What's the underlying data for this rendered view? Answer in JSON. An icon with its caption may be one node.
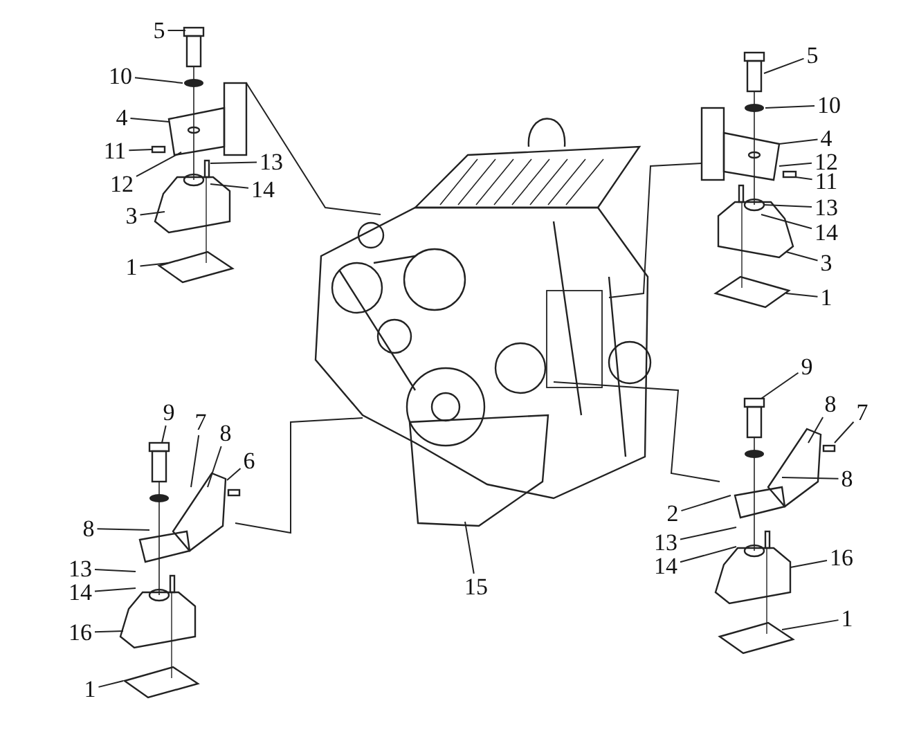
{
  "diagram": {
    "nodes": [
      {
        "text": [
          "5"
        ]
      },
      {
        "text": [
          "10"
        ]
      },
      {
        "text": [
          "4"
        ]
      },
      {
        "text": [
          "11"
        ]
      },
      {
        "text": [
          "12"
        ]
      },
      {
        "text": [
          "13"
        ]
      },
      {
        "text": [
          "14"
        ]
      },
      {
        "text": [
          "3"
        ]
      },
      {
        "text": [
          "1"
        ]
      },
      {
        "text": [
          "5"
        ]
      },
      {
        "text": [
          "10"
        ]
      },
      {
        "text": [
          "4"
        ]
      },
      {
        "text": [
          "12"
        ]
      },
      {
        "text": [
          "11"
        ]
      },
      {
        "text": [
          "13"
        ]
      },
      {
        "text": [
          "14"
        ]
      },
      {
        "text": [
          "3"
        ]
      },
      {
        "text": [
          "1"
        ]
      },
      {
        "text": [
          "9"
        ]
      },
      {
        "text": [
          "7"
        ]
      },
      {
        "text": [
          "8"
        ]
      },
      {
        "text": [
          "6"
        ]
      },
      {
        "text": [
          "8"
        ]
      },
      {
        "text": [
          "13"
        ]
      },
      {
        "text": [
          "14"
        ]
      },
      {
        "text": [
          "16"
        ]
      },
      {
        "text": [
          "1"
        ]
      },
      {
        "text": [
          "9"
        ]
      },
      {
        "text": [
          "8"
        ]
      },
      {
        "text": [
          "7"
        ]
      },
      {
        "text": [
          "8"
        ]
      },
      {
        "text": [
          "2"
        ]
      },
      {
        "text": [
          "13"
        ]
      },
      {
        "text": [
          "14"
        ]
      },
      {
        "text": [
          "16"
        ]
      },
      {
        "text": [
          "1"
        ]
      },
      {
        "text": [
          "15"
        ]
      },
      {
        "text": [],
        "shape": "picture"
      },
      {
        "text": [],
        "shape": "picture"
      },
      {
        "text": [],
        "shape": "picture"
      },
      {
        "text": [],
        "shape": "picture"
      },
      {
        "text": [],
        "shape": "picture"
      }
    ],
    "edges": [
      {
        "from": 0,
        "to": 38,
        "arrow": "none"
      },
      {
        "from": 1,
        "to": 38,
        "arrow": "none"
      },
      {
        "from": 2,
        "to": 38,
        "arrow": "none"
      },
      {
        "from": 3,
        "to": 38,
        "arrow": "none"
      },
      {
        "from": 4,
        "to": 38,
        "arrow": "none"
      },
      {
        "from": 5,
        "to": 38,
        "arrow": "none"
      },
      {
        "from": 6,
        "to": 38,
        "arrow": "none"
      },
      {
        "from": 7,
        "to": 38,
        "arrow": "none"
      },
      {
        "from": 8,
        "to": 38,
        "arrow": "none"
      },
      {
        "from": 9,
        "to": 39,
        "arrow": "none"
      },
      {
        "from": 10,
        "to": 39,
        "arrow": "none"
      },
      {
        "from": 11,
        "to": 39,
        "arrow": "none"
      },
      {
        "from": 12,
        "to": 39,
        "arrow": "none"
      },
      {
        "from": 13,
        "to": 39,
        "arrow": "none"
      },
      {
        "from": 14,
        "to": 39,
        "arrow": "none"
      },
      {
        "from": 15,
        "to": 39,
        "arrow": "none"
      },
      {
        "from": 16,
        "to": 39,
        "arrow": "none"
      },
      {
        "from": 17,
        "to": 39,
        "arrow": "none"
      },
      {
        "from": 18,
        "to": 40,
        "arrow": "none"
      },
      {
        "from": 19,
        "to": 40,
        "arrow": "none"
      },
      {
        "from": 20,
        "to": 40,
        "arrow": "none"
      },
      {
        "from": 21,
        "to": 40,
        "arrow": "none"
      },
      {
        "from": 22,
        "to": 40,
        "arrow": "none"
      },
      {
        "from": 23,
        "to": 40,
        "arrow": "none"
      },
      {
        "from": 24,
        "to": 40,
        "arrow": "none"
      },
      {
        "from": 25,
        "to": 40,
        "arrow": "none"
      },
      {
        "from": 26,
        "to": 40,
        "arrow": "none"
      },
      {
        "from": 27,
        "to": 41,
        "arrow": "none"
      },
      {
        "from": 28,
        "to": 41,
        "arrow": "none"
      },
      {
        "from": 29,
        "to": 41,
        "arrow": "none"
      },
      {
        "from": 30,
        "to": 41,
        "arrow": "none"
      },
      {
        "from": 31,
        "to": 41,
        "arrow": "none"
      },
      {
        "from": 32,
        "to": 41,
        "arrow": "none"
      },
      {
        "from": 33,
        "to": 41,
        "arrow": "none"
      },
      {
        "from": 34,
        "to": 41,
        "arrow": "none"
      },
      {
        "from": 35,
        "to": 41,
        "arrow": "none"
      },
      {
        "from": 36,
        "to": 37,
        "arrow": "none"
      },
      {
        "from": 38,
        "to": 37,
        "arrow": "none"
      },
      {
        "from": 39,
        "to": 37,
        "arrow": "none"
      },
      {
        "from": 40,
        "to": 37,
        "arrow": "none"
      },
      {
        "from": 41,
        "to": 37,
        "arrow": "none"
      }
    ]
  }
}
